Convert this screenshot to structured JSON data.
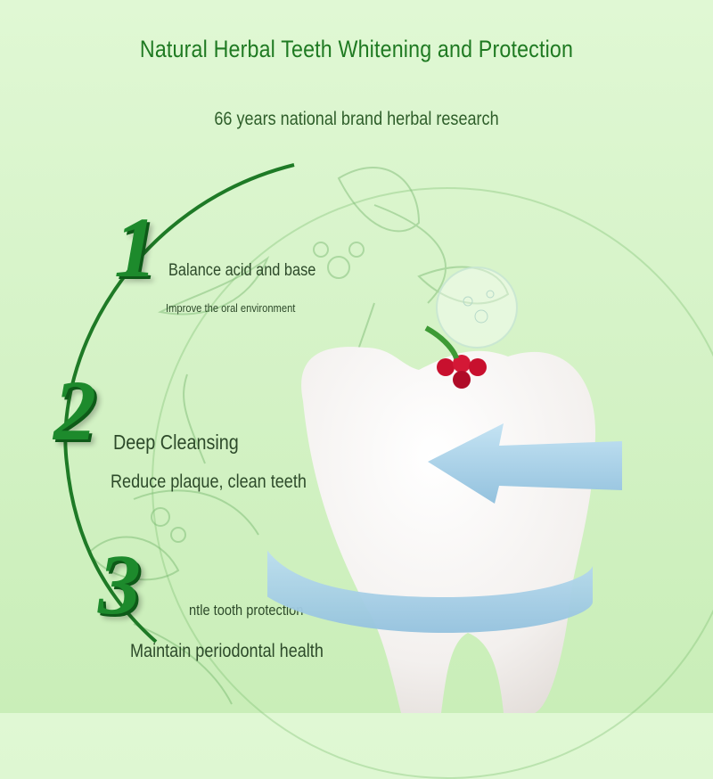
{
  "header": {
    "title": "Natural Herbal Teeth Whitening and Protection",
    "subtitle": "66 years national brand herbal research"
  },
  "features": [
    {
      "number": "1",
      "title": "Balance acid and base",
      "description": "Improve the oral environment"
    },
    {
      "number": "2",
      "title": "Deep Cleansing",
      "description": "Reduce plaque, clean teeth"
    },
    {
      "number": "3",
      "title": "ntle tooth protection",
      "description": "Maintain periodontal health"
    }
  ],
  "colors": {
    "title_green": "#1f7a22",
    "number_green": "#1d8a2c",
    "text_dark": "#2d4a2a",
    "background": "#d6f3c8",
    "arrow_blue": "#a9d3ea",
    "tooth_white": "#f7f4f2",
    "berry_red": "#c8102e"
  },
  "illustration": {
    "tooth-icon": "3D white molar tooth",
    "arrow-icon": "light blue circular arrow wrapping tooth",
    "berry-icon": "red berry cluster with green leaf",
    "bubble-icon": "transparent bubble sphere"
  }
}
